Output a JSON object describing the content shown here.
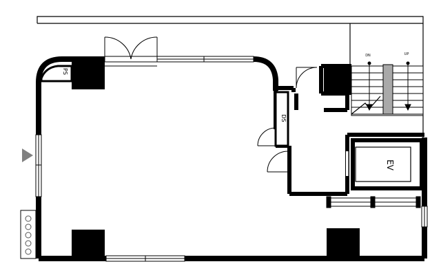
{
  "labels": {
    "ps": "PS",
    "ds": "DS",
    "ev": "EV",
    "stair_dn": "DN",
    "stair_up": "UP"
  },
  "colors": {
    "wall": "#000000",
    "window": "#ffffff",
    "stair_rail": "#a9a9a9",
    "arrow": "#808080",
    "background": "#ffffff"
  },
  "icons": {
    "entrance_marker": "triangle-right-icon",
    "ac_unit": "outdoor-unit-icon"
  }
}
